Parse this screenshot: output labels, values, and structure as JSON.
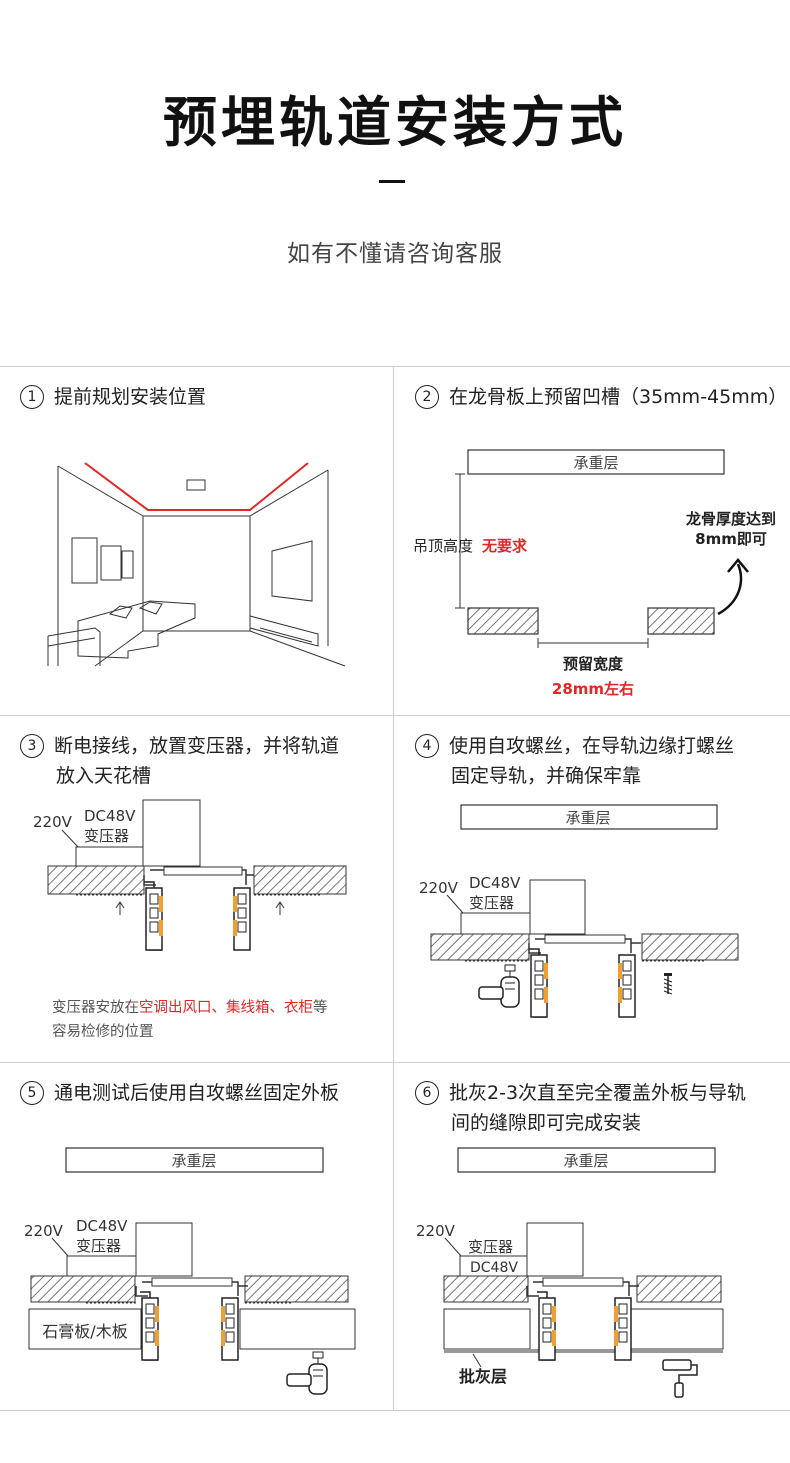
{
  "header": {
    "title": "预埋轨道安装方式",
    "subtitle": "如有不懂请咨询客服"
  },
  "steps": [
    {
      "num": "1",
      "line1": "提前规划安装位置",
      "line2": ""
    },
    {
      "num": "2",
      "line1": "在龙骨板上预留凹槽（35mm-45mm）",
      "line2": ""
    },
    {
      "num": "3",
      "line1": "断电接线，放置变压器，并将轨道",
      "line2": "放入天花槽"
    },
    {
      "num": "4",
      "line1": "使用自攻螺丝，在导轨边缘打螺丝",
      "line2": "固定导轨，并确保牢靠"
    },
    {
      "num": "5",
      "line1": "通电测试后使用自攻螺丝固定外板",
      "line2": ""
    },
    {
      "num": "6",
      "line1": "批灰2-3次直至完全覆盖外板与导轨",
      "line2": "间的缝隙即可完成安装"
    }
  ],
  "labels": {
    "load_layer": "承重层",
    "ceiling_height": "吊顶高度",
    "no_requirement": "无要求",
    "keel_thickness_1": "龙骨厚度达到",
    "keel_thickness_2": "8mm即可",
    "reserve_width": "预留宽度",
    "width_value": "28mm左右",
    "v220": "220V",
    "dc48v": "DC48V",
    "transformer": "变压器",
    "gypsum": "石膏板/木板",
    "putty_layer": "批灰层"
  },
  "note3": {
    "part1": "变压器安放在",
    "highlight": "空调出风口、集线箱、衣柜",
    "part2": "等",
    "line2": "容易检修的位置"
  },
  "colors": {
    "accent_red": "#e32626",
    "led_orange": "#f0a030",
    "hatch": "#555555"
  }
}
